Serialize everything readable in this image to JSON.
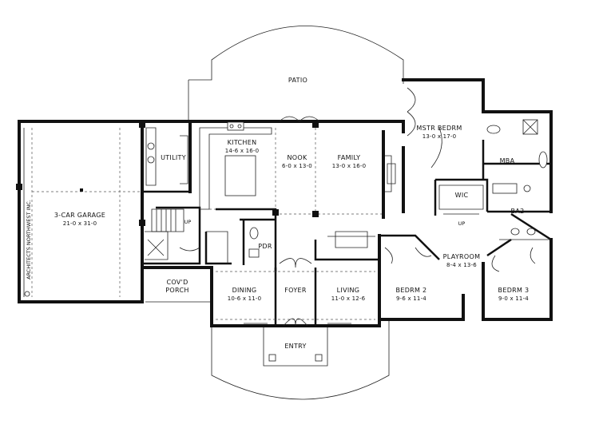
{
  "rooms": {
    "patio": {
      "name": "PATIO"
    },
    "garage": {
      "name": "3-CAR GARAGE",
      "size": "21-0 x 31-0"
    },
    "utility": {
      "name": "UTILITY"
    },
    "kitchen": {
      "name": "KITCHEN",
      "size": "14-6 x 16-0"
    },
    "nook": {
      "name": "NOOK",
      "size": "6-0 x 13-0"
    },
    "family": {
      "name": "FAMILY",
      "size": "13-0 x 16-0"
    },
    "master": {
      "name": "MSTR BEDRM",
      "size": "13-0 x 17-0"
    },
    "mba": {
      "name": "MBA"
    },
    "wic": {
      "name": "WIC"
    },
    "ba2": {
      "name": "BA2"
    },
    "playroom": {
      "name": "PLAYROOM",
      "size": "8-4 x 13-6"
    },
    "pdr": {
      "name": "PDR"
    },
    "covd_porch": {
      "name": "COV'D",
      "name2": "PORCH"
    },
    "dining": {
      "name": "DINING",
      "size": "10-6 x 11-0"
    },
    "foyer": {
      "name": "FOYER"
    },
    "living": {
      "name": "LIVING",
      "size": "11-0 x 12-6"
    },
    "bedrm2": {
      "name": "BEDRM 2",
      "size": "9-6 x 11-4"
    },
    "bedrm3": {
      "name": "BEDRM 3",
      "size": "9-0 x 11-4"
    },
    "entry": {
      "name": "ENTRY"
    }
  },
  "stairs": {
    "up_label": "UP"
  },
  "wic_up_label": "UP",
  "credit": "ARCHITECTS NORTHWEST INC.",
  "colors": {
    "ink": "#111111",
    "paper": "#ffffff"
  }
}
